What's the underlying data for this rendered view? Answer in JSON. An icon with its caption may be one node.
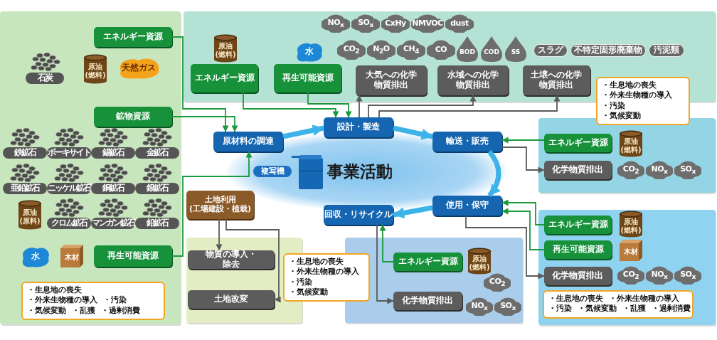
{
  "diagram": {
    "nodes": [
      {
        "text": [],
        "shape": "box"
      },
      {
        "text": [
          "エネルギー資源"
        ],
        "in": 0
      },
      {
        "text": [
          "石炭"
        ],
        "in": 0
      },
      {
        "text": [
          "原油(燃料)"
        ],
        "in": 0
      },
      {
        "text": [
          "天然ガス"
        ],
        "in": 0
      },
      {
        "text": [
          "鉱物資源"
        ],
        "in": 0
      },
      {
        "text": [
          "鉄鉱石"
        ],
        "in": 0
      },
      {
        "text": [
          "ボーキサイト"
        ],
        "in": 0
      },
      {
        "text": [
          "錫鉱石"
        ],
        "in": 0
      },
      {
        "text": [
          "金鉱石"
        ],
        "in": 0
      },
      {
        "text": [
          "亜鉛鉱石"
        ],
        "in": 0
      },
      {
        "text": [
          "ニッケル鉱石"
        ],
        "in": 0
      },
      {
        "text": [
          "銅鉱石"
        ],
        "in": 0
      },
      {
        "text": [
          "銀鉱石"
        ],
        "in": 0
      },
      {
        "text": [
          "原油(原料)"
        ],
        "in": 0
      },
      {
        "text": [
          "クロム鉱石"
        ],
        "in": 0
      },
      {
        "text": [
          "マンガン鉱石"
        ],
        "in": 0
      },
      {
        "text": [
          "鉛鉱石"
        ],
        "in": 0
      },
      {
        "text": [
          "水"
        ],
        "in": 0
      },
      {
        "text": [
          "木材"
        ],
        "in": 0
      },
      {
        "text": [
          "再生可能資源"
        ],
        "in": 0
      },
      {
        "text": [
          "・生息地の喪失",
          "・外来生物種の導入",
          "・汚染",
          "・気候変動",
          "・乱獲",
          "・過剰消費"
        ],
        "in": 0
      },
      {
        "text": [],
        "shape": "box"
      },
      {
        "text": [
          "NO$_{x}$"
        ],
        "in": 22
      },
      {
        "text": [
          "SO$_{x}$"
        ],
        "in": 22
      },
      {
        "text": [
          "CxHy"
        ],
        "in": 22
      },
      {
        "text": [
          "NMVOC"
        ],
        "in": 22
      },
      {
        "text": [
          "dust"
        ],
        "in": 22
      },
      {
        "text": [
          "原油(燃料)"
        ],
        "in": 22
      },
      {
        "text": [
          "水"
        ],
        "in": 22
      },
      {
        "text": [
          "CO$_{2}$"
        ],
        "in": 22
      },
      {
        "text": [
          "N$_{2}$O"
        ],
        "in": 22
      },
      {
        "text": [
          "CH$_{4}$"
        ],
        "in": 22
      },
      {
        "text": [
          "CO"
        ],
        "in": 22
      },
      {
        "text": [
          "BOD"
        ],
        "in": 22
      },
      {
        "text": [
          "COD"
        ],
        "in": 22
      },
      {
        "text": [
          "SS"
        ],
        "in": 22
      },
      {
        "text": [
          "スラグ"
        ],
        "in": 22
      },
      {
        "text": [
          "不特定固形廃棄物"
        ],
        "in": 22
      },
      {
        "text": [
          "汚泥類"
        ],
        "in": 22
      },
      {
        "text": [
          "エネルギー資源"
        ],
        "in": 22
      },
      {
        "text": [
          "再生可能資源"
        ],
        "in": 22
      },
      {
        "text": [
          "大気への化学物質排出"
        ],
        "in": 22
      },
      {
        "text": [
          "水域への化学物質排出"
        ],
        "in": 22
      },
      {
        "text": [
          "土壌への化学物質排出"
        ],
        "in": 22
      },
      {
        "text": [
          "・生息地の喪失",
          "・外来生物種の導入",
          "・汚染",
          "・気候変動"
        ]
      },
      {
        "text": [
          "原材料の調達"
        ]
      },
      {
        "text": [
          "設計・製造"
        ]
      },
      {
        "text": [
          "輸送・販売"
        ]
      },
      {
        "text": [],
        "shape": "box"
      },
      {
        "text": [
          "エネルギー資源"
        ],
        "in": 49
      },
      {
        "text": [
          "原油(燃料)"
        ],
        "in": 49
      },
      {
        "text": [
          "化学物質排出"
        ],
        "in": 49
      },
      {
        "text": [
          "CO$_{2}$"
        ],
        "in": 49
      },
      {
        "text": [
          "NO$_{x}$"
        ],
        "in": 49
      },
      {
        "text": [
          "SO$_{x}$"
        ],
        "in": 49
      },
      {
        "text": [
          "複写機"
        ]
      },
      {
        "text": [
          "土地利用(工場建設・植栽)"
        ]
      },
      {
        "text": [
          "使用・保守"
        ]
      },
      {
        "text": [
          "回収・リサイクル"
        ]
      },
      {
        "text": [],
        "shape": "box"
      },
      {
        "text": [
          "エネルギー資源"
        ],
        "in": 60
      },
      {
        "text": [
          "原油(燃料)"
        ],
        "in": 60
      },
      {
        "text": [
          "再生可能資源"
        ],
        "in": 60
      },
      {
        "text": [
          "木材"
        ],
        "in": 60
      },
      {
        "text": [
          "化学物質排出"
        ],
        "in": 60
      },
      {
        "text": [
          "CO$_{2}$"
        ],
        "in": 60
      },
      {
        "text": [
          "NO$_{x}$"
        ],
        "in": 60
      },
      {
        "text": [
          "SO$_{x}$"
        ],
        "in": 60
      },
      {
        "text": [
          "・生息地の喪失",
          "・外来生物種の導入",
          "・汚染",
          "・気候変動",
          "・乱獲",
          "・過剰消費"
        ],
        "in": 60
      },
      {
        "text": [],
        "shape": "box"
      },
      {
        "text": [
          "物質の導入・除去"
        ],
        "in": 70
      },
      {
        "text": [
          "土地改変"
        ],
        "in": 70
      },
      {
        "text": [
          "・生息地の喪失",
          "・外来生物種の導入",
          "・汚染",
          "・気候変動"
        ]
      },
      {
        "text": [],
        "shape": "box"
      },
      {
        "text": [
          "エネルギー資源"
        ],
        "in": 74
      },
      {
        "text": [
          "原油(燃料)"
        ],
        "in": 74
      },
      {
        "text": [
          "CO$_{2}$"
        ],
        "in": 74
      },
      {
        "text": [
          "化学物質排出"
        ],
        "in": 74
      },
      {
        "text": [
          "NO$_{x}$"
        ],
        "in": 74
      },
      {
        "text": [
          "SO$_{x}$"
        ],
        "in": 74
      }
    ],
    "edges": [
      {
        "from": 1,
        "to": 46,
        "arrow": "to"
      },
      {
        "from": 5,
        "to": 46,
        "arrow": "to"
      },
      {
        "from": 20,
        "to": 46,
        "arrow": "to"
      },
      {
        "from": 40,
        "to": 47,
        "arrow": "to"
      },
      {
        "from": 41,
        "to": 47,
        "arrow": "to"
      },
      {
        "from": 47,
        "to": 42,
        "arrow": "to",
        "color": "#5a5a5a"
      },
      {
        "from": 47,
        "to": 43,
        "arrow": "to",
        "color": "#5a5a5a"
      },
      {
        "from": 47,
        "to": 44,
        "arrow": "to",
        "color": "#5a5a5a"
      },
      {
        "from": 46,
        "to": 47,
        "arrow": "to",
        "style": "thick",
        "color": "#3db3ea"
      },
      {
        "from": 47,
        "to": 48,
        "arrow": "to",
        "style": "thick",
        "color": "#3db3ea"
      },
      {
        "from": 48,
        "to": 58,
        "arrow": "to",
        "style": "thick",
        "color": "#3db3ea"
      },
      {
        "from": 58,
        "to": 59,
        "arrow": "to",
        "style": "thick",
        "color": "#3db3ea"
      },
      {
        "from": 50,
        "to": 48,
        "arrow": "to"
      },
      {
        "from": 48,
        "to": 52,
        "arrow": "to",
        "color": "#5a5a5a"
      },
      {
        "from": 61,
        "to": 58,
        "arrow": "to"
      },
      {
        "from": 63,
        "to": 58,
        "arrow": "to"
      },
      {
        "from": 58,
        "to": 65,
        "arrow": "to",
        "color": "#5a5a5a"
      },
      {
        "from": 75,
        "to": 59,
        "arrow": "to"
      },
      {
        "from": 59,
        "to": 78,
        "arrow": "to",
        "color": "#5a5a5a"
      },
      {
        "from": 57,
        "to": 71,
        "arrow": "to",
        "color": "#5a5a5a"
      },
      {
        "from": 57,
        "to": 72,
        "arrow": "to",
        "color": "#5a5a5a"
      }
    ],
    "labels": [
      "事業活動"
    ]
  }
}
